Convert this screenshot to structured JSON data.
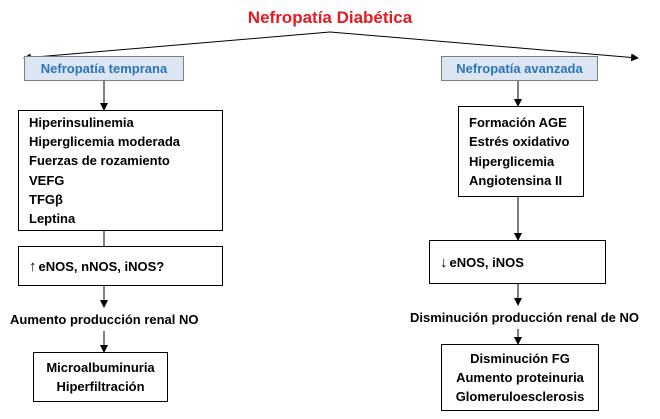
{
  "title": "Nefropatía Diabética",
  "early": {
    "label": "Nefropatía temprana",
    "factors": [
      "Hiperinsulinemia",
      "Hiperglicemia moderada",
      "Fuerzas de rozamiento",
      "VEFG",
      "TFGβ",
      "Leptina"
    ],
    "enzymes": "eNOS, nNOS, iNOS?",
    "enzymes_arrow": "↑",
    "result": "Aumento producción renal NO",
    "outcomes": [
      "Microalbuminuria",
      "Hiperfiltración"
    ]
  },
  "advanced": {
    "label": "Nefropatía avanzada",
    "factors": [
      "Formación AGE",
      "Estrés oxidativo",
      "Hiperglicemia",
      "Angiotensina II"
    ],
    "enzymes": "eNOS, iNOS",
    "enzymes_arrow": "↓",
    "result": "Disminución producción renal de NO",
    "outcomes": [
      "Disminución FG",
      "Aumento proteinuria",
      "Glomeruloesclerosis"
    ]
  },
  "colors": {
    "title": "#e31b23",
    "stage_text": "#2e74b5",
    "stage_fill": "#dce6f2"
  }
}
